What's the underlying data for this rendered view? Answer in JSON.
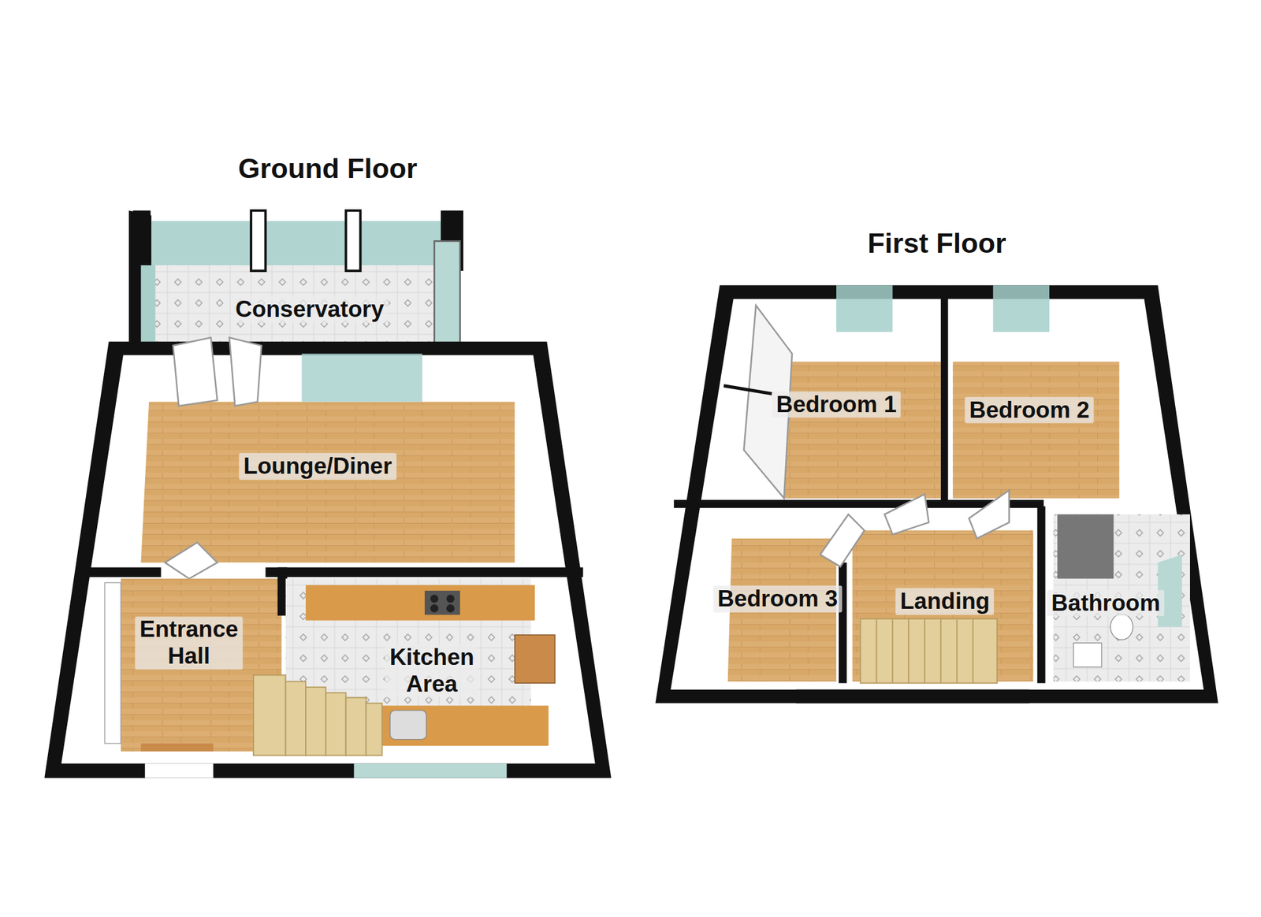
{
  "diagram": {
    "nodes": [
      {
        "text": [
          "Ground Floor"
        ]
      },
      {
        "text": [
          "Conservatory"
        ],
        "in": 0
      },
      {
        "text": [
          "Lounge/Diner"
        ],
        "in": 0
      },
      {
        "text": [
          "Entrance Hall"
        ],
        "in": 0
      },
      {
        "text": [
          "Kitchen Area"
        ],
        "in": 0
      },
      {
        "text": [
          "First Floor"
        ]
      },
      {
        "text": [
          "Bedroom 1"
        ],
        "in": 5
      },
      {
        "text": [
          "Bedroom 2"
        ],
        "in": 5
      },
      {
        "text": [
          "Bedroom 3"
        ],
        "in": 5
      },
      {
        "text": [
          "Landing"
        ],
        "in": 5
      },
      {
        "text": [
          "Bathroom"
        ],
        "in": 5
      }
    ]
  }
}
